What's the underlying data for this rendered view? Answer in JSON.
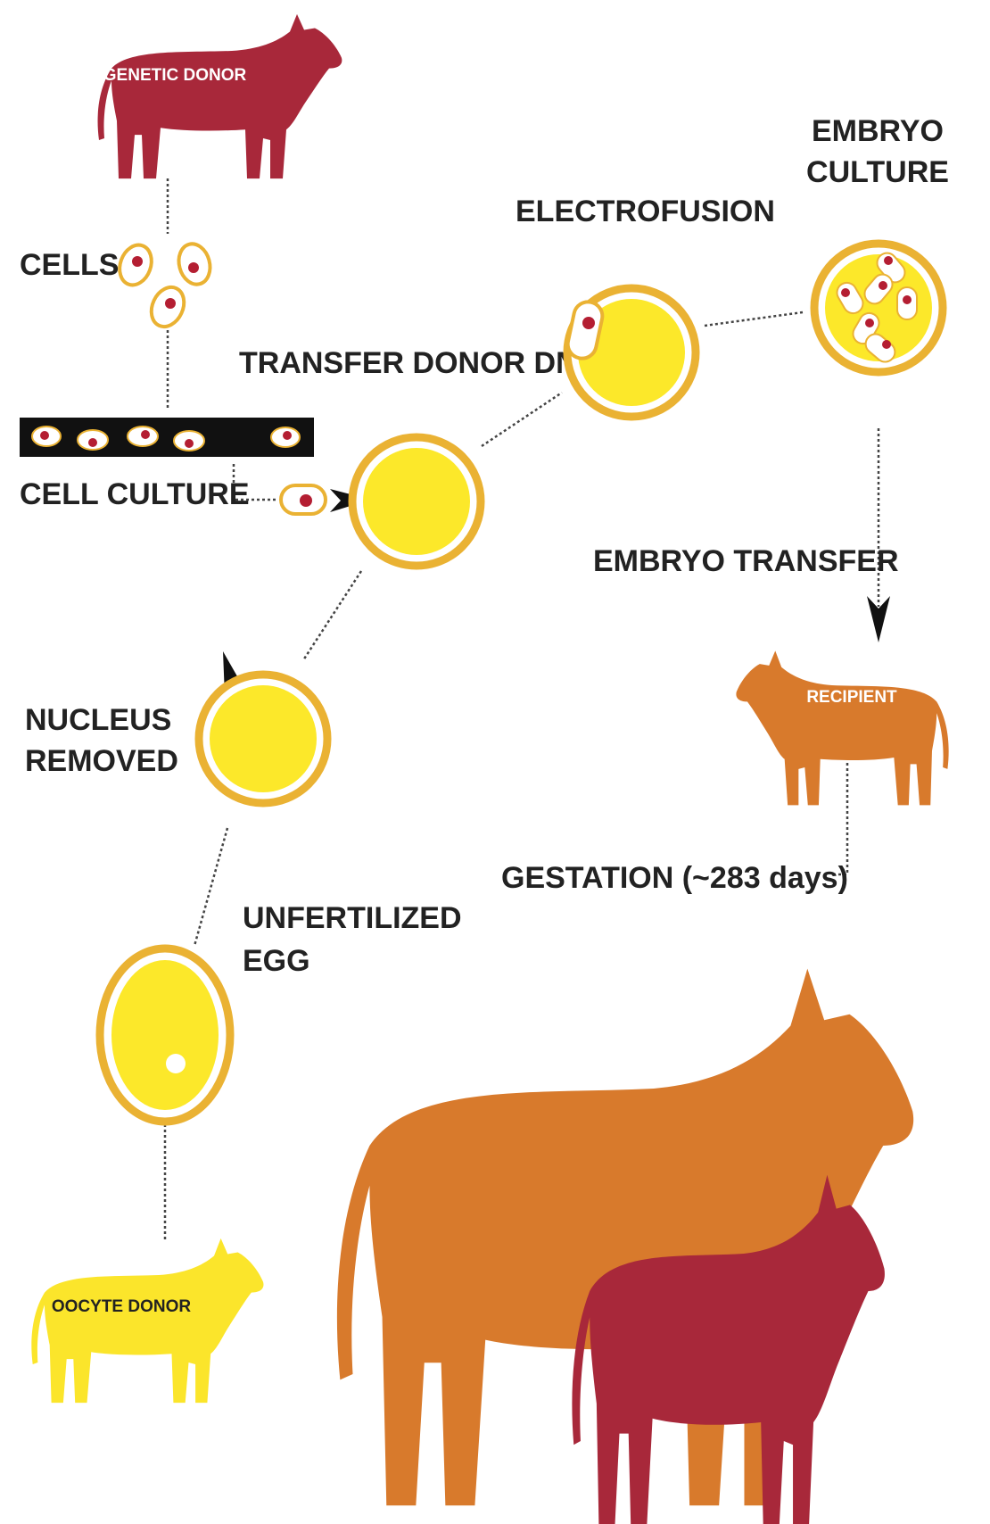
{
  "labels": {
    "genetic_donor": "GENETIC DONOR",
    "cells": "CELLS",
    "cell_culture": "CELL CULTURE",
    "transfer_donor_dna": "TRANSFER DONOR DNA",
    "electrofusion": "ELECTROFUSION",
    "embryo_culture_1": "EMBRYO",
    "embryo_culture_2": "CULTURE",
    "embryo_transfer": "EMBRYO TRANSFER",
    "recipient": "RECIPIENT",
    "gestation": "GESTATION (~283 days)",
    "nucleus_removed_1": "NUCLEUS",
    "nucleus_removed_2": "REMOVED",
    "unfertilized_egg_1": "UNFERTILIZED",
    "unfertilized_egg_2": "EGG",
    "oocyte_donor": "OOCYTE DONOR"
  },
  "colors": {
    "genetic_donor": "#a8283a",
    "recipient": "#d87a2c",
    "oocyte_donor": "#fbe52b",
    "egg_fill": "#fce82a",
    "egg_ring": "#eab233",
    "nucleus": "#b41e32",
    "text": "#222222"
  }
}
